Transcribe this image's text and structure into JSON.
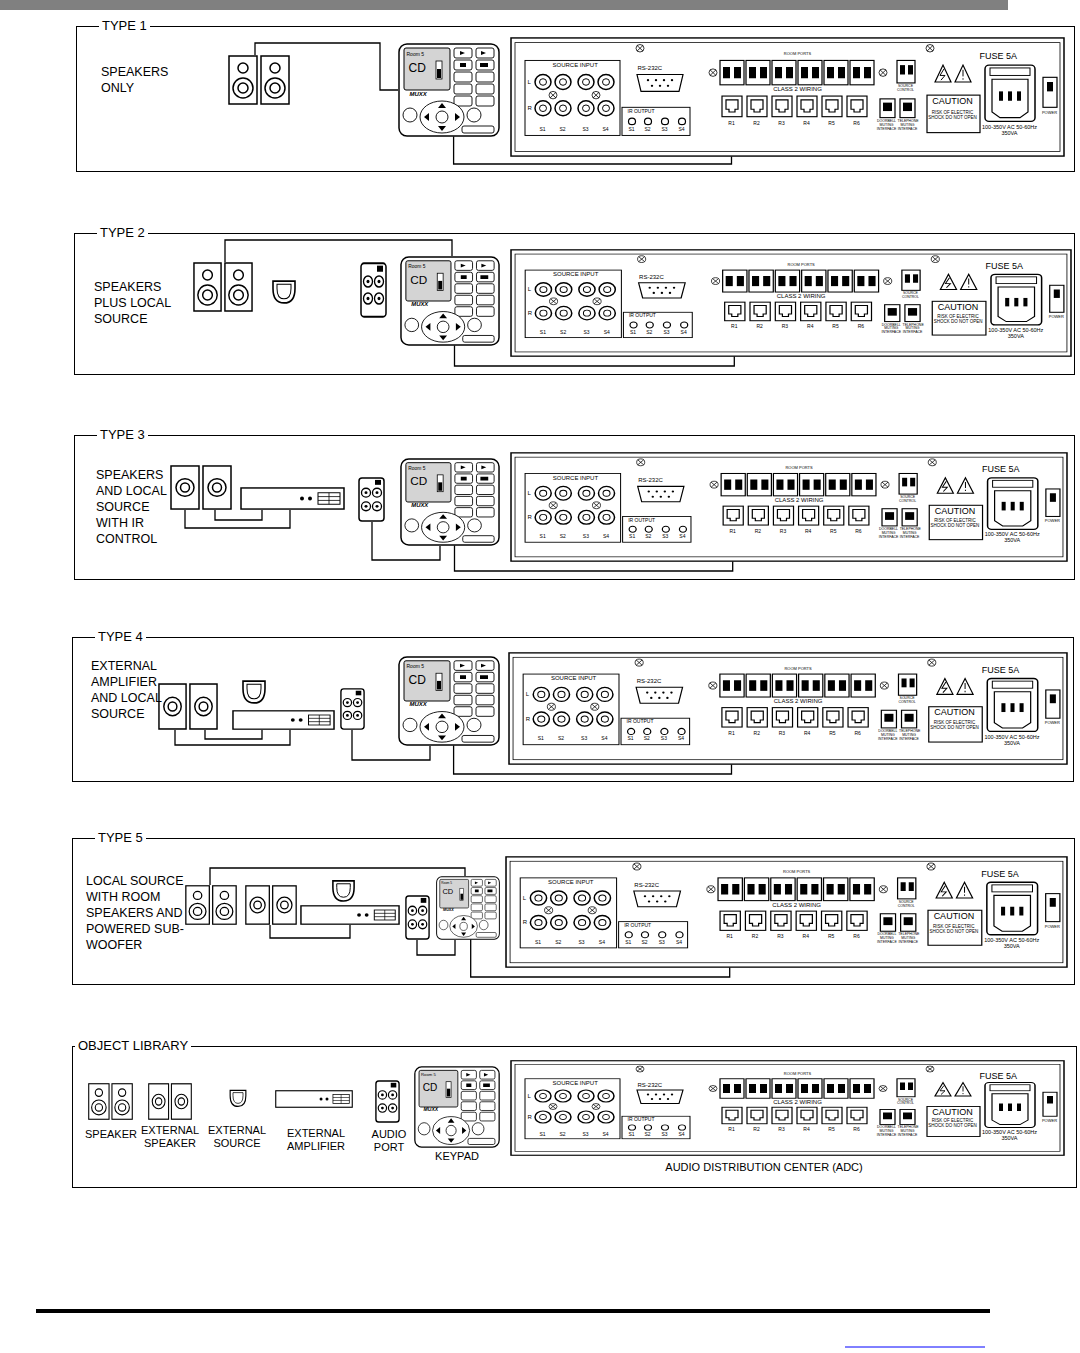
{
  "diagram": {
    "nodes": [
      {
        "text": [
          "TYPE 1",
          "SPEAKERS ONLY"
        ]
      },
      {
        "text": [
          "Room 5",
          "CD",
          "MUXX"
        ],
        "in": 0
      },
      {
        "text": [
          "SOURCE INPUT",
          "L",
          "R",
          "S1",
          "S2",
          "S3",
          "S4",
          "RS-232C",
          "IR OUTPUT",
          "S1",
          "S2",
          "S3",
          "S4",
          "ROOM PORTS",
          "CLASS 2 WIRING",
          "R1",
          "R2",
          "R3",
          "R4",
          "R5",
          "R6",
          "SOURCE CONTROL",
          "DOORBELL MUTING INTERFACE",
          "TELEPHONE MUTING INTERFACE",
          "CAUTION",
          "RISK OF ELECTRIC SHOCK DO NOT OPEN",
          "FUSE 5A",
          "100-350V AC 50-60Hz 350VA",
          "POWER"
        ],
        "in": 0
      },
      {
        "text": [
          "TYPE 2",
          "SPEAKERS PLUS LOCAL SOURCE"
        ]
      },
      {
        "text": [
          "Room 5",
          "CD",
          "MUXX"
        ],
        "in": 3
      },
      {
        "text": [
          "SOURCE INPUT",
          "L",
          "R",
          "S1",
          "S2",
          "S3",
          "S4",
          "RS-232C",
          "IR OUTPUT",
          "S1",
          "S2",
          "S3",
          "S4",
          "ROOM PORTS",
          "CLASS 2 WIRING",
          "R1",
          "R2",
          "R3",
          "R4",
          "R5",
          "R6",
          "SOURCE CONTROL",
          "DOORBELL MUTING INTERFACE",
          "TELEPHONE MUTING INTERFACE",
          "CAUTION",
          "RISK OF ELECTRIC SHOCK DO NOT OPEN",
          "FUSE 5A",
          "100-350V AC 50-60Hz 350VA",
          "POWER"
        ],
        "in": 3
      },
      {
        "text": [
          "TYPE 3",
          "SPEAKERS AND LOCAL SOURCE WITH IR CONTROL"
        ]
      },
      {
        "text": [
          "Room 5",
          "CD",
          "MUXX"
        ],
        "in": 6
      },
      {
        "text": [
          "SOURCE INPUT",
          "L",
          "R",
          "S1",
          "S2",
          "S3",
          "S4",
          "RS-232C",
          "IR OUTPUT",
          "S1",
          "S2",
          "S3",
          "S4",
          "ROOM PORTS",
          "CLASS 2 WIRING",
          "R1",
          "R2",
          "R3",
          "R4",
          "R5",
          "R6",
          "SOURCE CONTROL",
          "DOORBELL MUTING INTERFACE",
          "TELEPHONE MUTING INTERFACE",
          "CAUTION",
          "RISK OF ELECTRIC SHOCK DO NOT OPEN",
          "FUSE 5A",
          "100-350V AC 50-60Hz 350VA",
          "POWER"
        ],
        "in": 6
      },
      {
        "text": [
          "TYPE 4",
          "EXTERNAL AMPLIFIER AND LOCAL SOURCE"
        ]
      },
      {
        "text": [
          "Room 5",
          "CD",
          "MUXX"
        ],
        "in": 9
      },
      {
        "text": [
          "SOURCE INPUT",
          "L",
          "R",
          "S1",
          "S2",
          "S3",
          "S4",
          "RS-232C",
          "IR OUTPUT",
          "S1",
          "S2",
          "S3",
          "S4",
          "ROOM PORTS",
          "CLASS 2 WIRING",
          "R1",
          "R2",
          "R3",
          "R4",
          "R5",
          "R6",
          "SOURCE CONTROL",
          "DOORBELL MUTING INTERFACE",
          "TELEPHONE MUTING INTERFACE",
          "CAUTION",
          "RISK OF ELECTRIC SHOCK DO NOT OPEN",
          "FUSE 5A",
          "100-350V AC 50-60Hz 350VA",
          "POWER"
        ],
        "in": 9
      },
      {
        "text": [
          "TYPE 5",
          "LOCAL SOURCE WITH ROOM SPEAKERS AND POWERED SUB-WOOFER"
        ]
      },
      {
        "text": [
          "Room 5",
          "CD",
          "MUXX"
        ],
        "in": 12
      },
      {
        "text": [
          "SOURCE INPUT",
          "L",
          "R",
          "S1",
          "S2",
          "S3",
          "S4",
          "RS-232C",
          "IR OUTPUT",
          "S1",
          "S2",
          "S3",
          "S4",
          "ROOM PORTS",
          "CLASS 2 WIRING",
          "R1",
          "R2",
          "R3",
          "R4",
          "R5",
          "R6",
          "SOURCE CONTROL",
          "DOORBELL MUTING INTERFACE",
          "TELEPHONE MUTING INTERFACE",
          "CAUTION",
          "RISK OF ELECTRIC SHOCK DO NOT OPEN",
          "FUSE 5A",
          "100-350V AC 50-60Hz 350VA",
          "POWER"
        ],
        "in": 12
      },
      {
        "text": [
          "OBJECT LIBRARY"
        ]
      },
      {
        "text": [
          "Room 5",
          "CD",
          "MUXX"
        ],
        "in": 15
      },
      {
        "text": [
          "SOURCE INPUT",
          "L",
          "R",
          "S1",
          "S2",
          "S3",
          "S4",
          "RS-232C",
          "IR OUTPUT",
          "S1",
          "S2",
          "S3",
          "S4",
          "ROOM PORTS",
          "CLASS 2 WIRING",
          "R1",
          "R2",
          "R3",
          "R4",
          "R5",
          "R6",
          "SOURCE CONTROL",
          "DOORBELL MUTING INTERFACE",
          "TELEPHONE MUTING INTERFACE",
          "CAUTION",
          "RISK OF ELECTRIC SHOCK DO NOT OPEN",
          "FUSE 5A",
          "100-350V AC 50-60Hz 350VA",
          "POWER"
        ],
        "in": 15
      }
    ],
    "edges": [
      {
        "from": 1,
        "to": 2,
        "arrow": "none"
      },
      {
        "from": 4,
        "to": 5,
        "arrow": "none"
      },
      {
        "from": 7,
        "to": 8,
        "arrow": "none"
      },
      {
        "from": 10,
        "to": 11,
        "arrow": "none"
      },
      {
        "from": 13,
        "to": 14,
        "arrow": "none"
      }
    ],
    "labels": [
      "SPEAKER",
      "EXTERNAL SPEAKER",
      "EXTERNAL SOURCE",
      "EXTERNAL AMPLIFIER",
      "AUDIO PORT",
      "KEYPAD",
      "AUDIO DISTRIBUTION CENTER (ADC)"
    ]
  }
}
